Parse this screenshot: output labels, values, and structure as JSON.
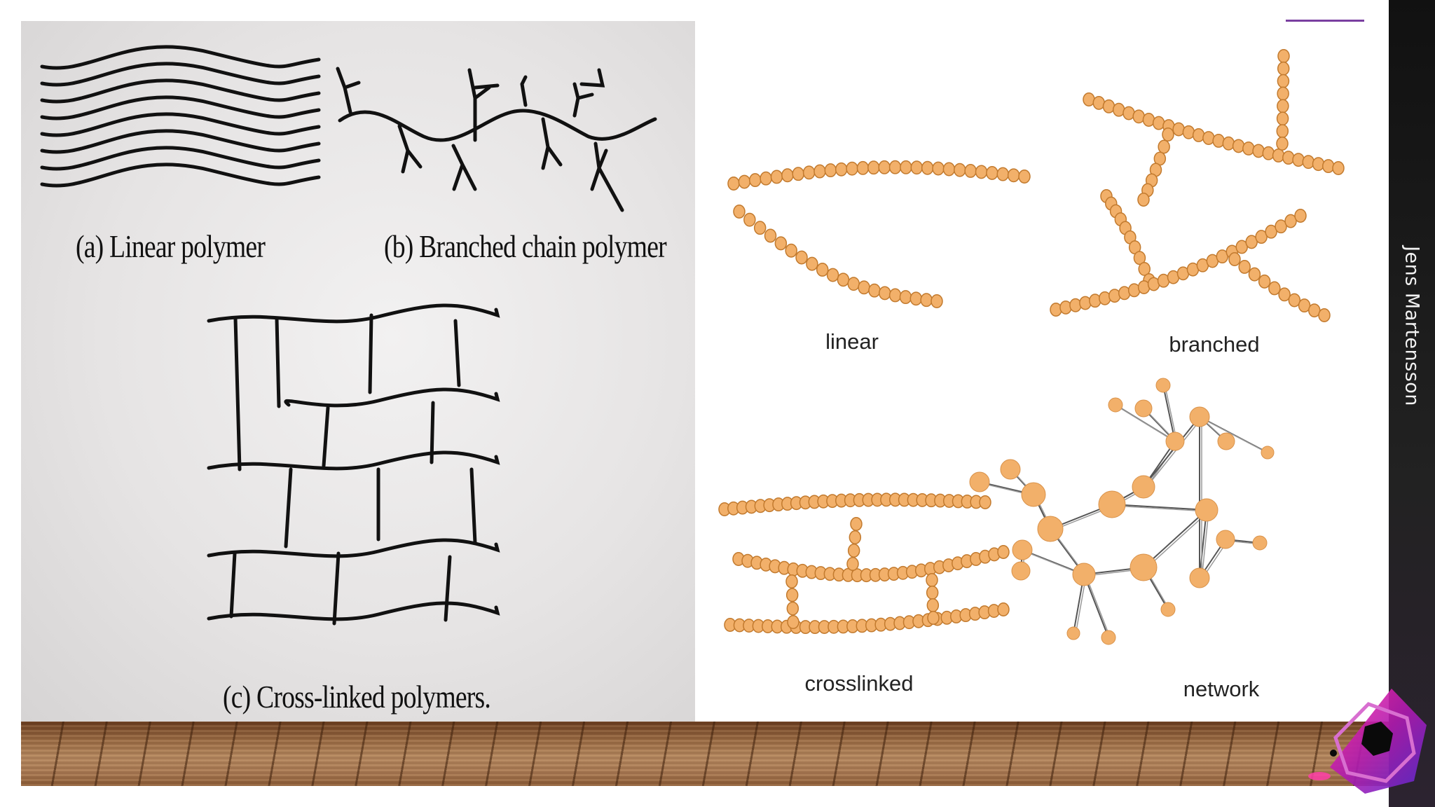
{
  "slide": {
    "left_figure": {
      "caption_a": "(a) Linear polymer",
      "caption_b": "(b) Branched chain polymer",
      "caption_c": "(c) Cross-linked polymers."
    },
    "right_figure": {
      "label_linear": "linear",
      "label_branched": "branched",
      "label_crosslinked": "crosslinked",
      "label_network": "network"
    },
    "author": "Jens Martensson"
  },
  "colors": {
    "bead_fill": "#f2b06a",
    "bead_stroke": "#c27a2e",
    "ink": "#111111",
    "side_bar": "#1a1a1a",
    "accent": "#c2188a"
  },
  "icons": {
    "logo": "hexagon-logo-icon"
  }
}
